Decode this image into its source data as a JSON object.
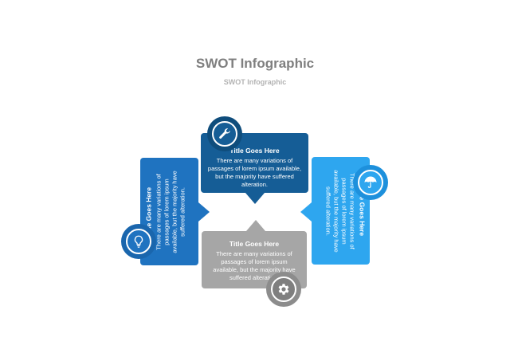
{
  "header": {
    "title": "SWOT Infographic",
    "subtitle": "SWOT Infographic"
  },
  "boxes": {
    "top": {
      "title": "Title Goes Here",
      "text": "There are many variations of passages of lorem ipsum available, but the majority  have suffered alteration.",
      "icon": "wrench-icon",
      "color": "#155d96"
    },
    "bottom": {
      "title": "Title Goes Here",
      "text": "There are many variations of passages of lorem ipsum available, but the majority  have suffered alteration.",
      "icon": "gear-icon",
      "color": "#a6a6a6"
    },
    "left": {
      "title": "Title Goes Here",
      "text": "There are many variations of passages of lorem ipsum available, but the majority  have suffered alteration.",
      "icon": "lightbulb-icon",
      "color": "#1f73c0"
    },
    "right": {
      "title": "Title Goes Here",
      "text": "There are many variations of passages of lorem ipsum available, but the majority  have suffered alteration.",
      "icon": "umbrella-icon",
      "color": "#2ea6ef"
    }
  }
}
